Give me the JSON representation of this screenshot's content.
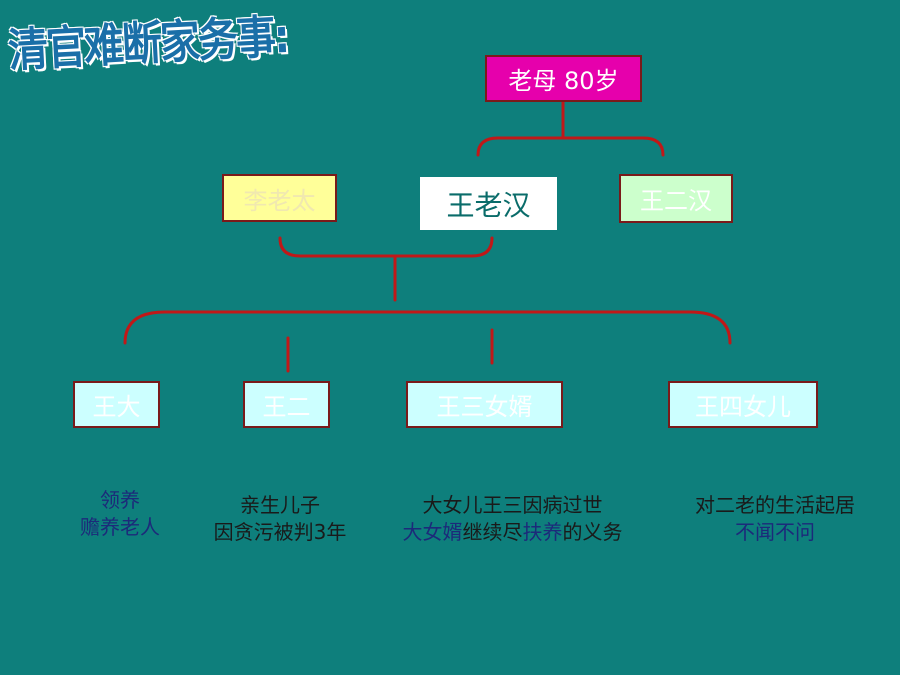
{
  "title": "清官难断家务事:",
  "nodes": {
    "mother": "老母 80岁",
    "li": "李老太",
    "wang": "王老汉",
    "wang_er_han": "王二汉"
  },
  "children": [
    {
      "label": "王大",
      "line1": "领养",
      "line2": "赡养老人"
    },
    {
      "label": "王二",
      "line1": "亲生儿子",
      "line2": "因贪污被判3年"
    },
    {
      "label": "王三女婿",
      "line1": "大女儿王三因病过世",
      "line2_a": "大女婿",
      "line2_b": "继续尽",
      "line2_c": "扶养",
      "line2_d": "的义务"
    },
    {
      "label": "王四女儿",
      "line1": "对二老的生活起居",
      "line2": "不闻不问"
    }
  ],
  "colors": {
    "background": "#0e7f7c",
    "connector": "#c01818",
    "mother_box": "#e600ac"
  }
}
